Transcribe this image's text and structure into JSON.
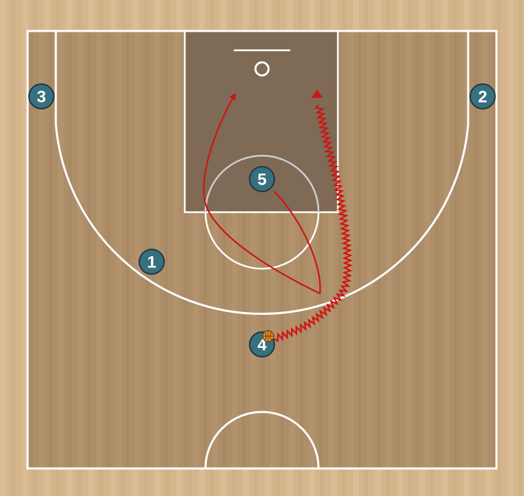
{
  "diagram": {
    "colors": {
      "outer_floor": "#d4b58c",
      "court_floor": "#ae8e69",
      "paint": "#7f6a55",
      "lines": "#ffffff",
      "player_fill": "#37707f",
      "player_stroke": "#1f3640",
      "movement": "#d01313",
      "ball": "#e8902a"
    },
    "players": [
      {
        "id": "p1",
        "label": "1"
      },
      {
        "id": "p2",
        "label": "2"
      },
      {
        "id": "p3",
        "label": "3"
      },
      {
        "id": "p4",
        "label": "4",
        "has_ball": true
      },
      {
        "id": "p5",
        "label": "5"
      }
    ],
    "actions": [
      {
        "type": "cut",
        "player": "5"
      },
      {
        "type": "dribble",
        "player": "4"
      }
    ]
  }
}
